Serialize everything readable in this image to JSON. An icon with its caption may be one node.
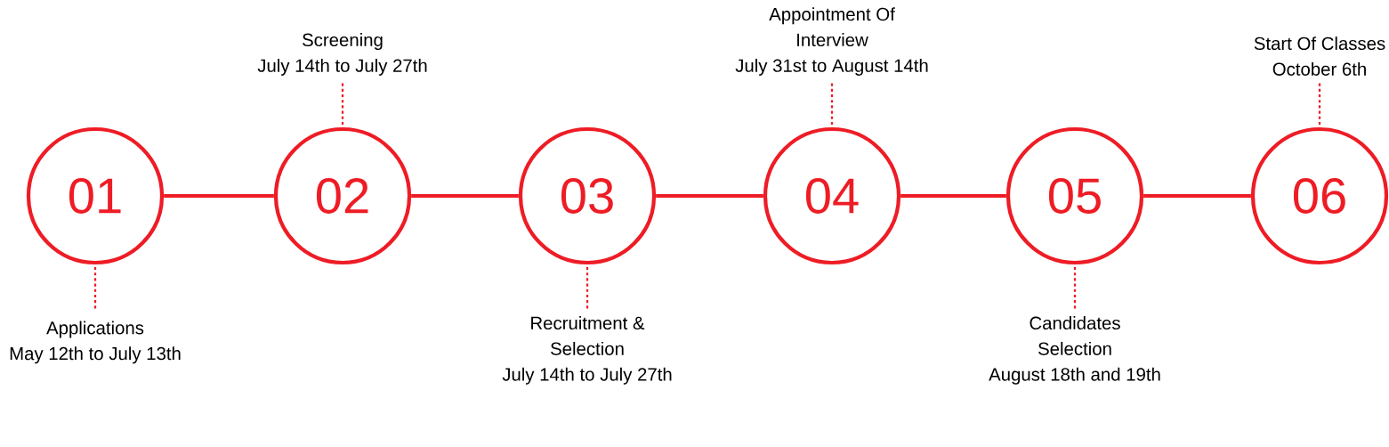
{
  "diagram": {
    "nodes": [
      {
        "text": [
          "01"
        ]
      },
      {
        "text": [
          "02"
        ]
      },
      {
        "text": [
          "03"
        ]
      },
      {
        "text": [
          "04"
        ]
      },
      {
        "text": [
          "05"
        ]
      },
      {
        "text": [
          "06"
        ]
      },
      {
        "text": [
          "Applications",
          "May 12th to July 13th"
        ]
      },
      {
        "text": [
          "Screening",
          "July 14th to July 27th"
        ]
      },
      {
        "text": [
          "Recruitment & Selection",
          "July 14th to July 27th"
        ]
      },
      {
        "text": [
          "Appointment Of Interview",
          "July 31st to August 14th"
        ]
      },
      {
        "text": [
          "Candidates Selection",
          "August 18th and 19th"
        ]
      },
      {
        "text": [
          "Start Of Classes",
          "October 6th"
        ]
      }
    ],
    "edges": [
      {
        "from": 0,
        "to": 1,
        "arrow": "none"
      },
      {
        "from": 1,
        "to": 2,
        "arrow": "none"
      },
      {
        "from": 2,
        "to": 3,
        "arrow": "none"
      },
      {
        "from": 3,
        "to": 4,
        "arrow": "none"
      },
      {
        "from": 4,
        "to": 5,
        "arrow": "none"
      },
      {
        "from": 6,
        "to": 0,
        "arrow": "none",
        "style": "dashed"
      },
      {
        "from": 7,
        "to": 1,
        "arrow": "none",
        "style": "dashed"
      },
      {
        "from": 8,
        "to": 2,
        "arrow": "none",
        "style": "dashed"
      },
      {
        "from": 9,
        "to": 3,
        "arrow": "none",
        "style": "dashed"
      },
      {
        "from": 10,
        "to": 4,
        "arrow": "none",
        "style": "dashed"
      },
      {
        "from": 11,
        "to": 5,
        "arrow": "none",
        "style": "dashed"
      }
    ]
  }
}
